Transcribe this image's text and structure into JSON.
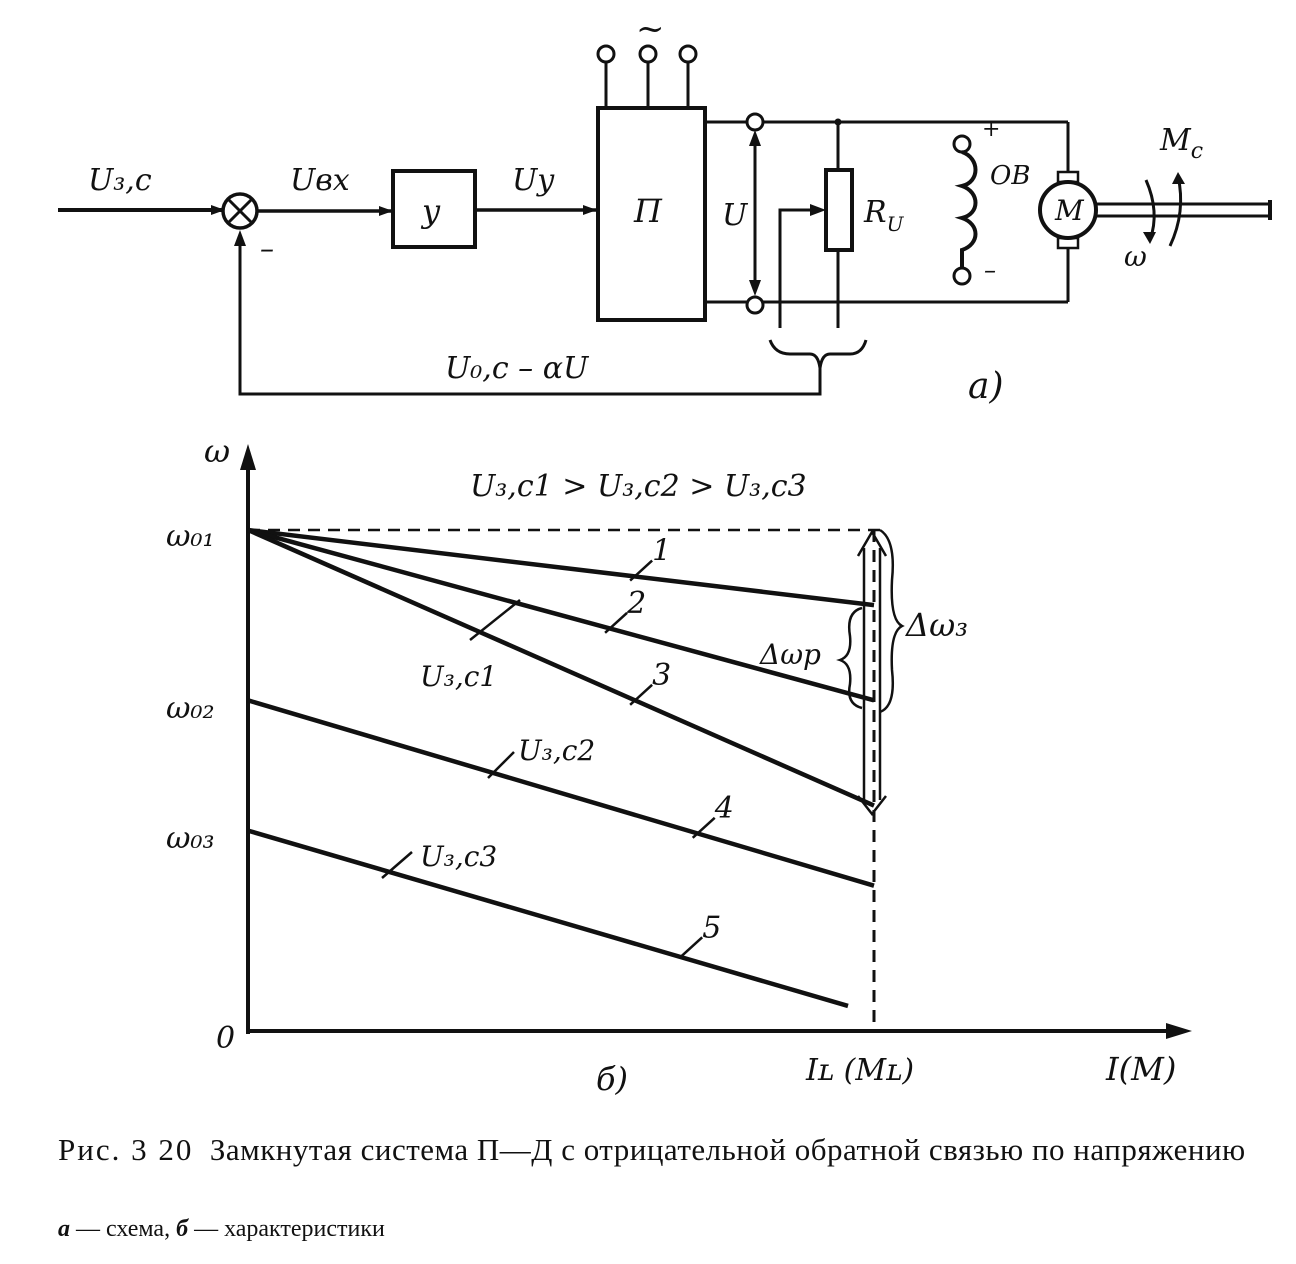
{
  "scheme": {
    "input_signal": "U₃,c",
    "input_error": "Uвх",
    "amplifier": "у",
    "amplifier_out": "Uу",
    "converter": "П",
    "ac_supply": "~",
    "voltage": "U",
    "divider": "R",
    "divider_sub": "U",
    "field_winding": "ОВ",
    "field_plus": "+",
    "field_minus": "–",
    "motor": "M",
    "load_torque": "M",
    "load_torque_sub": "c",
    "speed": "ω",
    "feedback": "U₀,c – αU",
    "minus_sign": "–",
    "panel_label": "a)"
  },
  "chart": {
    "y_axis": "ω",
    "x_axis": "I(M)",
    "origin": "0",
    "inequality": "U₃,c1 > U₃,c2 > U₃,c3",
    "y_ticks": [
      "ω₀₁",
      "ω₀₂",
      "ω₀₃"
    ],
    "x_tick": "Iʟ (Mʟ)",
    "delta_p": "Δωp",
    "delta_3": "Δω₃",
    "ref_labels": [
      "U₃,c1",
      "U₃,c2",
      "U₃,c3"
    ],
    "panel_label": "б)"
  },
  "chart_data": {
    "type": "line",
    "xlabel": "I(M)",
    "ylabel": "ω",
    "x": [
      0,
      1
    ],
    "series": [
      {
        "name": "1",
        "values": [
          1.0,
          0.85
        ]
      },
      {
        "name": "2",
        "values": [
          1.0,
          0.66
        ]
      },
      {
        "name": "3",
        "values": [
          1.0,
          0.45
        ]
      },
      {
        "name": "4",
        "values": [
          0.66,
          0.29
        ]
      },
      {
        "name": "5",
        "values": [
          0.4,
          0.05
        ]
      }
    ]
  },
  "caption": {
    "prefix": "Рис. 3 20",
    "text": "Замкнутая система П—Д с отрицательной обратной связью по напряжению",
    "sub_a": "а",
    "sub_a_text": " — схема, ",
    "sub_b": "б",
    "sub_b_text": " — характеристики"
  }
}
